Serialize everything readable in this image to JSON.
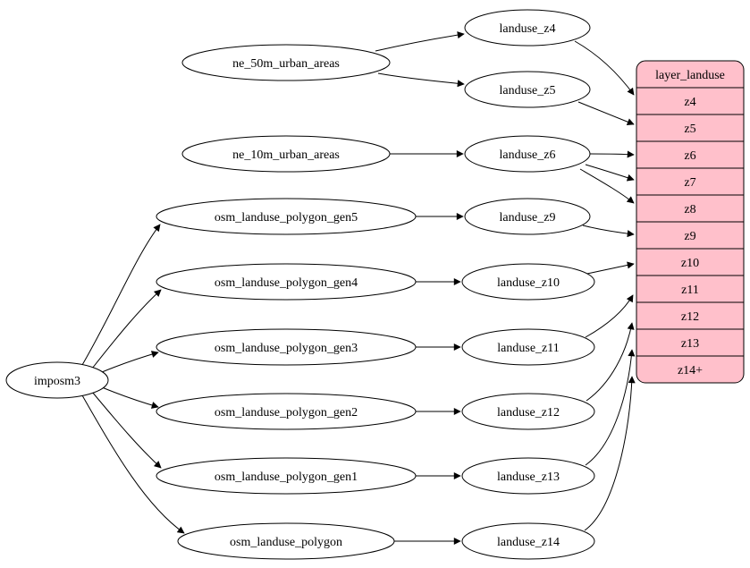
{
  "diagram": {
    "type": "digraph",
    "background": "#ffffff",
    "node_fill": "#ffffff",
    "edge_color": "#000000",
    "table_fill": "#ffc0cb",
    "nodes": {
      "imposm3": "imposm3",
      "ne_50m_urban_areas": "ne_50m_urban_areas",
      "ne_10m_urban_areas": "ne_10m_urban_areas",
      "osm_landuse_polygon_gen5": "osm_landuse_polygon_gen5",
      "osm_landuse_polygon_gen4": "osm_landuse_polygon_gen4",
      "osm_landuse_polygon_gen3": "osm_landuse_polygon_gen3",
      "osm_landuse_polygon_gen2": "osm_landuse_polygon_gen2",
      "osm_landuse_polygon_gen1": "osm_landuse_polygon_gen1",
      "osm_landuse_polygon": "osm_landuse_polygon",
      "landuse_z4": "landuse_z4",
      "landuse_z5": "landuse_z5",
      "landuse_z6": "landuse_z6",
      "landuse_z9": "landuse_z9",
      "landuse_z10": "landuse_z10",
      "landuse_z11": "landuse_z11",
      "landuse_z12": "landuse_z12",
      "landuse_z13": "landuse_z13",
      "landuse_z14": "landuse_z14"
    },
    "table": {
      "title": "layer_landuse",
      "rows": [
        "z4",
        "z5",
        "z6",
        "z7",
        "z8",
        "z9",
        "z10",
        "z11",
        "z12",
        "z13",
        "z14+"
      ]
    },
    "edges": [
      {
        "from": "imposm3",
        "to": "osm_landuse_polygon_gen5"
      },
      {
        "from": "imposm3",
        "to": "osm_landuse_polygon_gen4"
      },
      {
        "from": "imposm3",
        "to": "osm_landuse_polygon_gen3"
      },
      {
        "from": "imposm3",
        "to": "osm_landuse_polygon_gen2"
      },
      {
        "from": "imposm3",
        "to": "osm_landuse_polygon_gen1"
      },
      {
        "from": "imposm3",
        "to": "osm_landuse_polygon"
      },
      {
        "from": "ne_50m_urban_areas",
        "to": "landuse_z4"
      },
      {
        "from": "ne_50m_urban_areas",
        "to": "landuse_z5"
      },
      {
        "from": "ne_10m_urban_areas",
        "to": "landuse_z6"
      },
      {
        "from": "osm_landuse_polygon_gen5",
        "to": "landuse_z9"
      },
      {
        "from": "osm_landuse_polygon_gen4",
        "to": "landuse_z10"
      },
      {
        "from": "osm_landuse_polygon_gen3",
        "to": "landuse_z11"
      },
      {
        "from": "osm_landuse_polygon_gen2",
        "to": "landuse_z12"
      },
      {
        "from": "osm_landuse_polygon_gen1",
        "to": "landuse_z13"
      },
      {
        "from": "osm_landuse_polygon",
        "to": "landuse_z14"
      },
      {
        "from": "landuse_z4",
        "to": "layer_landuse:z4"
      },
      {
        "from": "landuse_z5",
        "to": "layer_landuse:z5"
      },
      {
        "from": "landuse_z6",
        "to": "layer_landuse:z6"
      },
      {
        "from": "landuse_z6",
        "to": "layer_landuse:z7"
      },
      {
        "from": "landuse_z6",
        "to": "layer_landuse:z8"
      },
      {
        "from": "landuse_z9",
        "to": "layer_landuse:z9"
      },
      {
        "from": "landuse_z10",
        "to": "layer_landuse:z10"
      },
      {
        "from": "landuse_z11",
        "to": "layer_landuse:z11"
      },
      {
        "from": "landuse_z12",
        "to": "layer_landuse:z12"
      },
      {
        "from": "landuse_z13",
        "to": "layer_landuse:z13"
      },
      {
        "from": "landuse_z14",
        "to": "layer_landuse:z14+"
      }
    ]
  }
}
